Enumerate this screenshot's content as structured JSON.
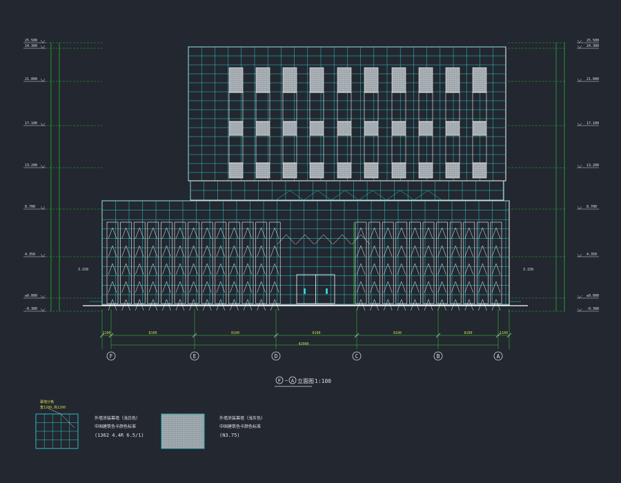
{
  "title": {
    "axis_from": "F",
    "axis_to": "A",
    "separator": "~",
    "name": "立面图",
    "scale": "1:100"
  },
  "axes": [
    "F",
    "E",
    "D",
    "C",
    "B",
    "A"
  ],
  "dimensions": {
    "segments": [
      "1100",
      "8100",
      "8100",
      "8100",
      "8100",
      "8100",
      "1100"
    ],
    "total": "42000"
  },
  "elevations_left": [
    "25.500",
    "24.300",
    "21.000",
    "17.100",
    "13.200",
    "8.700",
    "4.350",
    "±0.000",
    "-0.300"
  ],
  "elevations_right": [
    "25.500",
    "24.300",
    "21.000",
    "17.100",
    "13.200",
    "8.700",
    "4.350",
    "±0.000",
    "-0.300"
  ],
  "side_marks": {
    "left": "3.150",
    "right": "3.150"
  },
  "legend": {
    "box1_note_line1": "幕墙分格",
    "box1_note_line2": "宽1200,高1200",
    "item1_line1": "外墙涂装幕墙（浅白色）",
    "item1_line2": "中国建筑色卡颜色标准",
    "item1_line3": "(1362 4.4R 6.5/1)",
    "item2_line1": "外墙涂装幕墙（浅灰色）",
    "item2_line2": "中国建筑色卡颜色标准",
    "item2_line3": "(N3.75)"
  },
  "colors": {
    "background": "#222730",
    "outline": "#ffffff",
    "facade_grid": "#2fd0d0",
    "dimension": "#33dd33",
    "label": "#e0e0e0"
  }
}
